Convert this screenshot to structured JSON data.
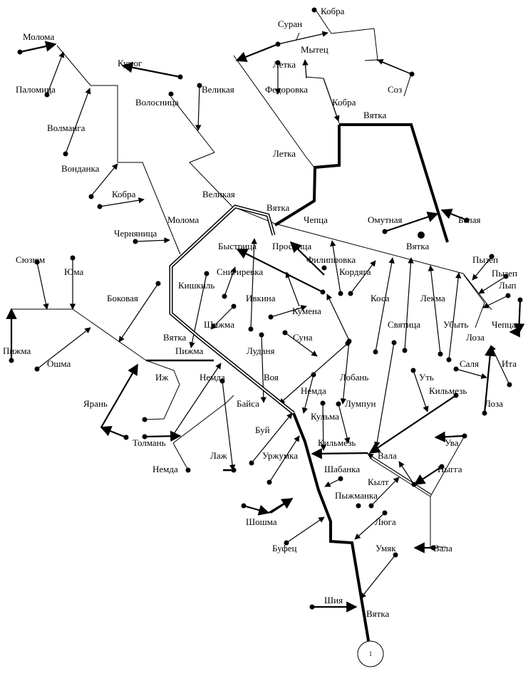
{
  "diagram": {
    "rivers": [
      {
        "id": "vyatka_main",
        "name": "Вятка",
        "style": "thick"
      },
      {
        "id": "vyatka_upper",
        "name": "Вятка",
        "style": "thick"
      },
      {
        "id": "vyatka_middle",
        "name": "Вятка",
        "style": "double"
      },
      {
        "id": "letka",
        "name": "Летка",
        "style": "thin"
      },
      {
        "id": "cheptsa",
        "name": "Чепца",
        "style": "thin"
      },
      {
        "id": "kobra",
        "name": "Кобра",
        "style": "thin"
      },
      {
        "id": "molom",
        "name": "Молома",
        "style": "thin"
      },
      {
        "id": "pizhma",
        "name": "Пижма",
        "style": "medium"
      },
      {
        "id": "kilmez",
        "name": "Кильмезь",
        "style": "medium"
      },
      {
        "id": "omutnaya",
        "name": "Омутная",
        "style": "medium"
      }
    ],
    "labels": [
      "Кобра",
      "Суран",
      "Мытец",
      "Летка",
      "Федоровка",
      "Кобра",
      "Соз",
      "Вятка",
      "Молома",
      "Паломица",
      "Кузюг",
      "Великая",
      "Волосница",
      "Волманга",
      "Вонданка",
      "Летка",
      "Кобра",
      "Великая",
      "Вятка",
      "Молома",
      "Чепца",
      "Омутная",
      "Белая",
      "Черняница",
      "Быстрица",
      "Просница",
      "Вятка",
      "Филипповка",
      "Пызеп",
      "Пызеп",
      "Снигиревка",
      "Кордяга",
      "Сюзюм",
      "Юма",
      "Кишкиль",
      "Лып",
      "Боковая",
      "Ивкина",
      "Коса",
      "Лекма",
      "Чепца",
      "Кумена",
      "Шижма",
      "Святица",
      "Убыть",
      "Лоза",
      "Пижма",
      "Вятка",
      "Суна",
      "Луданя",
      "Пижма",
      "Иж",
      "Ошма",
      "Немда",
      "Воя",
      "Лобань",
      "Саля",
      "Ита",
      "Уть",
      "Немда",
      "Кильмезь",
      "Ярань",
      "Байса",
      "Лумпун",
      "Лоза",
      "Кульма",
      "Буй",
      "Толмань",
      "Кильмезь",
      "Ува",
      "Вала",
      "Уржумка",
      "Лаж",
      "Немда",
      "Шабанка",
      "Ныгга",
      "Кылт",
      "Пыжманка",
      "Шошма",
      "Люга",
      "Буфец",
      "Умяк",
      "Вала",
      "Шия",
      "Вятка"
    ],
    "outlet": {
      "label": "1"
    }
  }
}
